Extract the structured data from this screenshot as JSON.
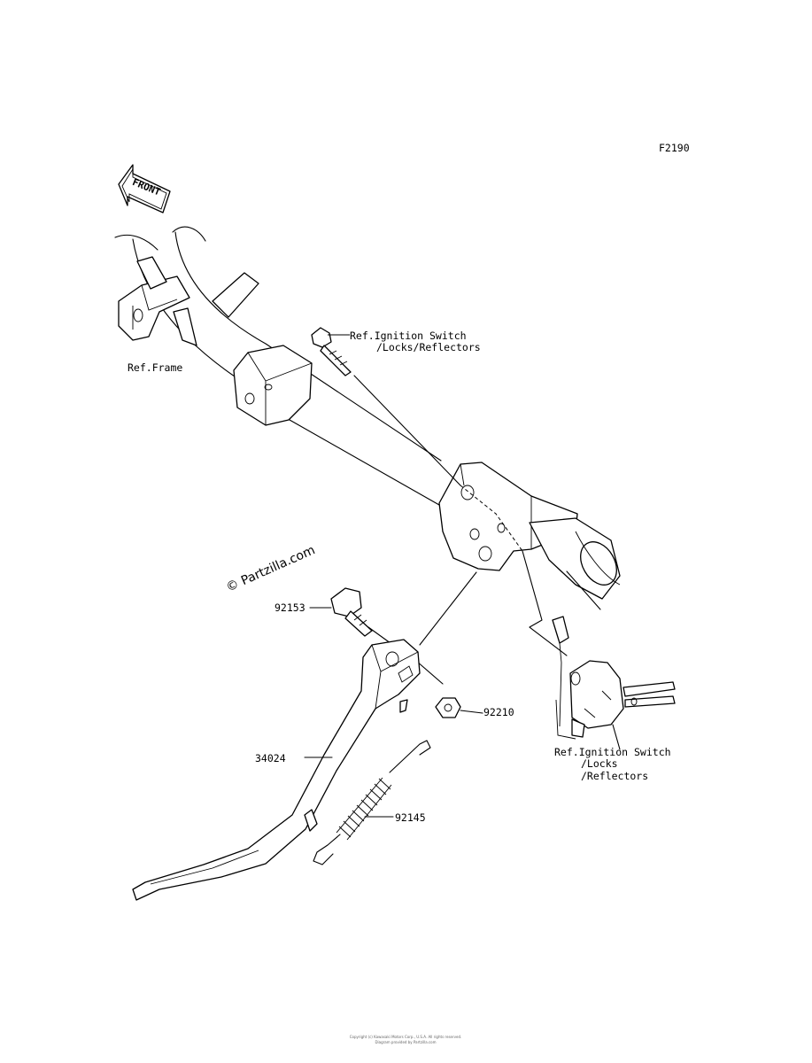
{
  "figure_code": "F2190",
  "front_label": "FRONT",
  "watermark": "© Partzilla.com",
  "callouts": {
    "ref_frame": "Ref.Frame",
    "ref_ignition_top_1": "Ref.Ignition Switch",
    "ref_ignition_top_2": "/Locks/Reflectors",
    "ref_ignition_right_1": "Ref.Ignition Switch",
    "ref_ignition_right_2": "/Locks",
    "ref_ignition_right_3": "/Reflectors"
  },
  "parts": {
    "bolt": "92153",
    "nut": "92210",
    "stand": "34024",
    "spring": "92145"
  },
  "footer": {
    "line1": "Copyright (c) Kawasaki Motors Corp., U.S.A. All rights reserved.",
    "line2": "Diagram provided by Partzilla.com"
  }
}
